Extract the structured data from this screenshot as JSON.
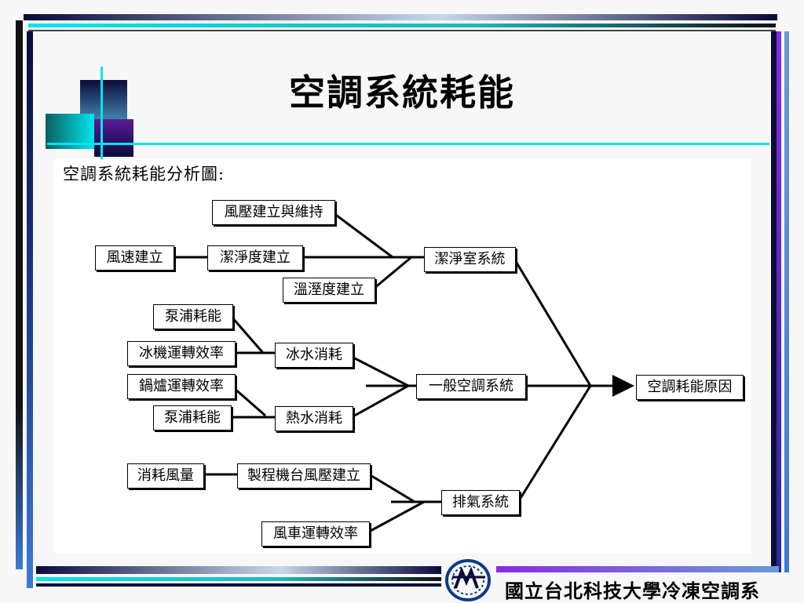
{
  "slide": {
    "title": "空調系統耗能",
    "caption": "空調系統耗能分析圖:"
  },
  "diagram": {
    "nodes": [
      {
        "id": "wind-pressure",
        "label": "風壓建立與維持"
      },
      {
        "id": "wind-speed",
        "label": "風速建立"
      },
      {
        "id": "cleanliness",
        "label": "潔淨度建立"
      },
      {
        "id": "temp-humidity",
        "label": "溫溼度建立"
      },
      {
        "id": "cleanroom",
        "label": "潔淨室系統"
      },
      {
        "id": "pump-1",
        "label": "泵浦耗能"
      },
      {
        "id": "chiller-eff",
        "label": "冰機運轉效率"
      },
      {
        "id": "chilled-water",
        "label": "冰水消耗"
      },
      {
        "id": "boiler-eff",
        "label": "鍋爐運轉效率"
      },
      {
        "id": "pump-2",
        "label": "泵浦耗能"
      },
      {
        "id": "hot-water",
        "label": "熱水消耗"
      },
      {
        "id": "general-ac",
        "label": "一般空調系統"
      },
      {
        "id": "root-cause",
        "label": "空調耗能原因"
      },
      {
        "id": "air-consumption",
        "label": "消耗風量"
      },
      {
        "id": "process-pressure",
        "label": "製程機台風壓建立"
      },
      {
        "id": "fan-eff",
        "label": "風車運轉效率"
      },
      {
        "id": "exhaust",
        "label": "排氣系統"
      }
    ]
  },
  "footer": {
    "institution": "國立台北科技大學冷凍空調系",
    "logo_icon": "ntut-logo-icon"
  },
  "colors": {
    "cyan": "#00e5ee",
    "teal": "#1fb8b8",
    "navy": "#0b0b3a",
    "blue": "#3a7bd5",
    "purple": "#8a2be2"
  }
}
